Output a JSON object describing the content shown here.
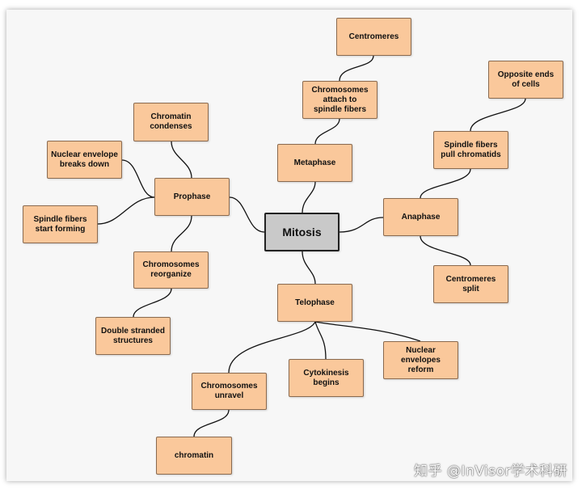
{
  "center": "Mitosis",
  "nodes": {
    "prophase": "Prophase",
    "chromatin_condenses": "Chromatin\ncondenses",
    "nuclear_envelope_breaks": "Nuclear envelope\nbreaks down",
    "spindle_start": "Spindle fibers\nstart forming",
    "chromosomes_reorganize": "Chromosomes\nreorganize",
    "double_stranded": "Double stranded\nstructures",
    "metaphase": "Metaphase",
    "chromosomes_attach": "Chromosomes\nattach to\nspindle fibers",
    "centromeres": "Centromeres",
    "anaphase": "Anaphase",
    "spindle_pull": "Spindle fibers\npull chromatids",
    "opposite_ends": "Opposite ends\nof cells",
    "centromeres_split": "Centromeres\nsplit",
    "telophase": "Telophase",
    "cytokinesis": "Cytokinesis\nbegins",
    "nuclear_reform": "Nuclear\nenvelopes reform",
    "chromosomes_unravel": "Chromosomes\nunravel",
    "chromatin": "chromatin"
  },
  "watermark": "知乎 @InVisor学术科研"
}
